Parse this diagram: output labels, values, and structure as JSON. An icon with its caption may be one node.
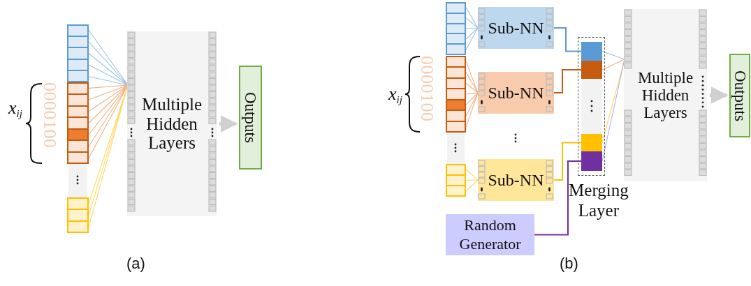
{
  "diagram": {
    "nodes": [
      {
        "text": [],
        "shape": "bar"
      },
      {
        "text": [],
        "shape": "bar"
      },
      {
        "text": [],
        "shape": "bar"
      },
      {
        "text": [
          "Multiple Hidden Layers"
        ]
      },
      {
        "text": [
          "Outputs"
        ]
      },
      {
        "text": [],
        "shape": "bar"
      },
      {
        "text": [],
        "shape": "bar"
      },
      {
        "text": [],
        "shape": "bar"
      },
      {
        "text": [
          "Sub-NN"
        ]
      },
      {
        "text": [
          "Sub-NN"
        ]
      },
      {
        "text": [
          "Sub-NN"
        ]
      },
      {
        "text": [
          "Merging Layer"
        ]
      },
      {
        "text": [],
        "shape": "box",
        "in": 11
      },
      {
        "text": [],
        "shape": "box",
        "in": 11
      },
      {
        "text": [],
        "shape": "box",
        "in": 11
      },
      {
        "text": [],
        "shape": "box",
        "in": 11
      },
      {
        "text": [
          "Random Generator"
        ]
      },
      {
        "text": [
          "Multiple Hidden Layers"
        ]
      },
      {
        "text": [
          "Outputs"
        ]
      }
    ],
    "edges": [
      {
        "from": 0,
        "to": 3,
        "arrow": "none",
        "color": "#9dc3e6"
      },
      {
        "from": 1,
        "to": 3,
        "arrow": "none",
        "color": "#f4b183"
      },
      {
        "from": 2,
        "to": 3,
        "arrow": "none",
        "color": "#ffd966"
      },
      {
        "from": 3,
        "to": 4,
        "arrow": "to",
        "style": "thick",
        "color": "#d0d0d0"
      },
      {
        "from": 5,
        "to": 8,
        "arrow": "none",
        "color": "#9dc3e6"
      },
      {
        "from": 6,
        "to": 9,
        "arrow": "none",
        "color": "#f4b183"
      },
      {
        "from": 7,
        "to": 10,
        "arrow": "none",
        "color": "#ffd966"
      },
      {
        "from": 8,
        "to": 12,
        "arrow": "none",
        "color": "#5b9bd5"
      },
      {
        "from": 9,
        "to": 13,
        "arrow": "none",
        "color": "#c55a11"
      },
      {
        "from": 10,
        "to": 14,
        "arrow": "none",
        "color": "#ffc000"
      },
      {
        "from": 16,
        "to": 15,
        "arrow": "none",
        "color": "#7030a0"
      },
      {
        "from": 12,
        "to": 17,
        "arrow": "none",
        "color": "#9dc3e6"
      },
      {
        "from": 13,
        "to": 17,
        "arrow": "none",
        "color": "#f4b183"
      },
      {
        "from": 14,
        "to": 17,
        "arrow": "none",
        "color": "#ffd966"
      },
      {
        "from": 15,
        "to": 17,
        "arrow": "none",
        "color": "#b4a7f0"
      },
      {
        "from": 17,
        "to": 18,
        "arrow": "to",
        "style": "thick",
        "color": "#d0d0d0"
      }
    ],
    "labels": [
      "x$_{ij}$",
      "0000100",
      "(a)",
      "x$_{ij}$",
      "0000100",
      "(b)"
    ]
  }
}
